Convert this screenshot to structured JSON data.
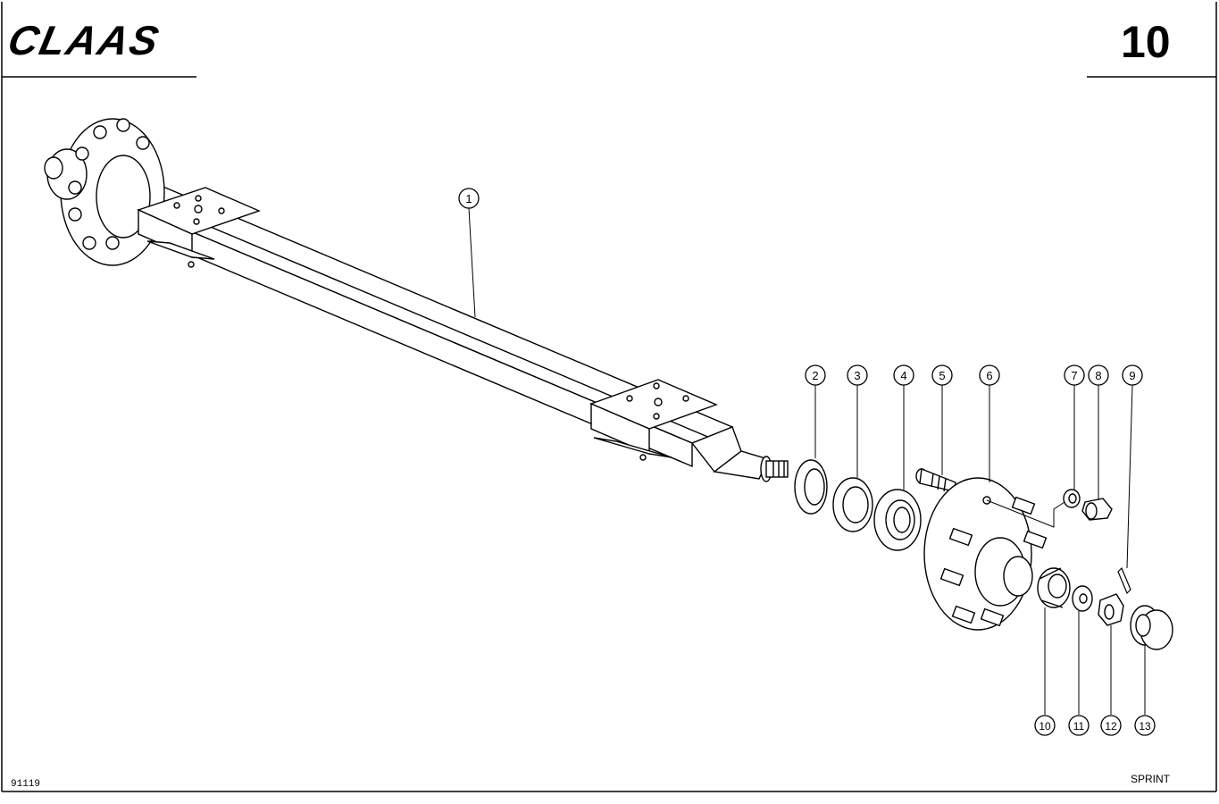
{
  "header": {
    "brand": "CLAAS",
    "page_number": "10"
  },
  "footer": {
    "drawing_number": "91119",
    "model": "SPRINT"
  },
  "callouts": [
    "1",
    "2",
    "3",
    "4",
    "5",
    "6",
    "7",
    "8",
    "9",
    "10",
    "11",
    "12",
    "13"
  ]
}
